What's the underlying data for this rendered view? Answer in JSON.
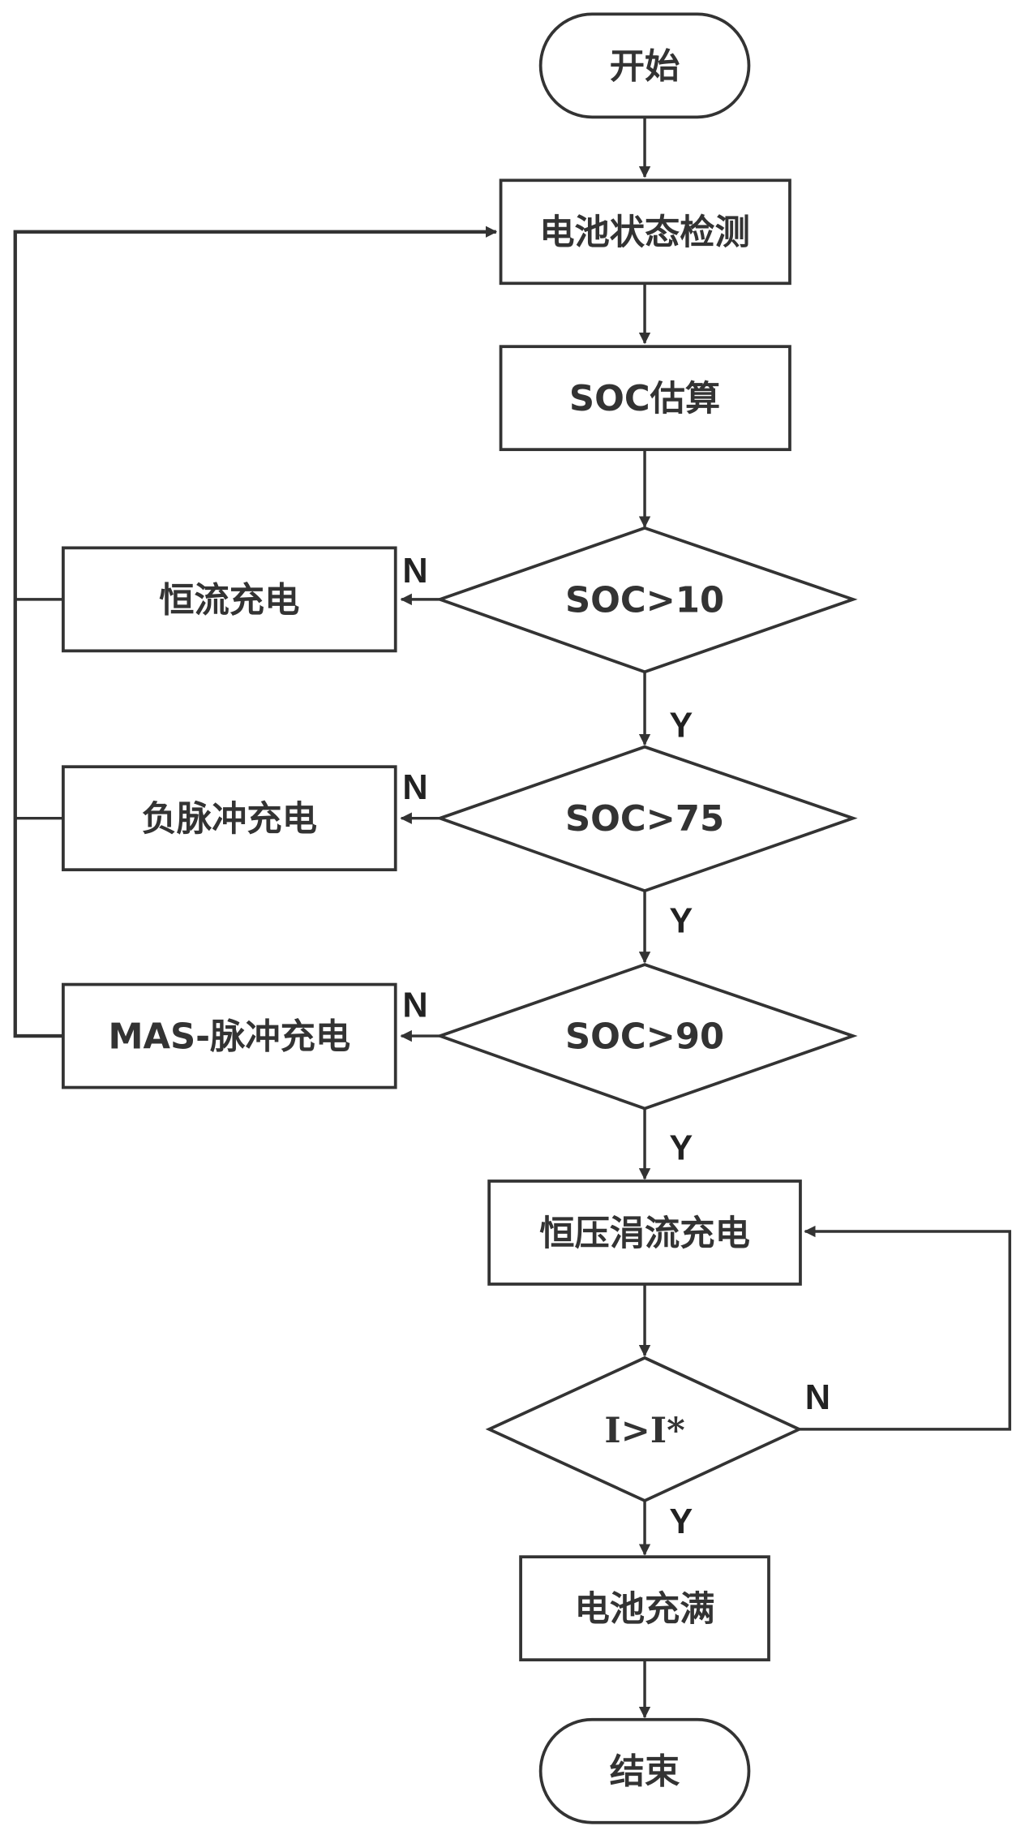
{
  "flowchart": {
    "start": "开始",
    "detect": "电池状态检测",
    "estimate": "SOC估算",
    "decision1": "SOC>10",
    "decision2": "SOC>75",
    "decision3": "SOC>90",
    "cc_charge": "恒流充电",
    "neg_pulse": "负脉冲充电",
    "mas_pulse": "MAS-脉冲充电",
    "cv_trickle": "恒压涓流充电",
    "decision4": "I>I*",
    "full": "电池充满",
    "end": "结束",
    "yes": "Y",
    "no": "N"
  }
}
